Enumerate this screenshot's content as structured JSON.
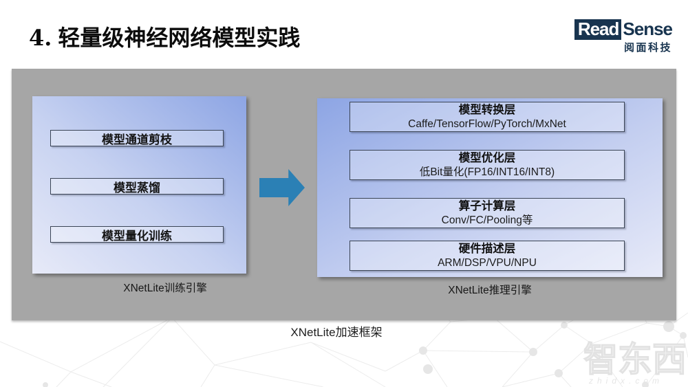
{
  "title": {
    "number": "4.",
    "text": "轻量级神经网络模型实践"
  },
  "logo": {
    "read": "Read",
    "sense": "Sense",
    "tagline": "阅面科技"
  },
  "pipeline": {
    "training": {
      "steps": [
        "模型通道剪枝",
        "模型蒸馏",
        "模型量化训练"
      ],
      "label": "XNetLite训练引擎"
    },
    "inference": {
      "layers": [
        {
          "title": "模型转换层",
          "detail": "Caffe/TensorFlow/PyTorch/MxNet"
        },
        {
          "title": "模型优化层",
          "detail": "低Bit量化(FP16/INT16/INT8)"
        },
        {
          "title": "算子计算层",
          "detail": "Conv/FC/Pooling等"
        },
        {
          "title": "硬件描述层",
          "detail": "ARM/DSP/VPU/NPU"
        }
      ],
      "label": "XNetLite推理引擎"
    },
    "caption": "XNetLite加速框架"
  },
  "watermark": {
    "brand": "智东西",
    "domain": "zhidx.com"
  },
  "colors": {
    "arrow_blue": "#2b80b5",
    "logo_navy": "#18344f",
    "panel_gray": "#a6a6a6",
    "box_gradient_start": "#8da5e4",
    "box_gradient_end": "#e7eaf8"
  }
}
